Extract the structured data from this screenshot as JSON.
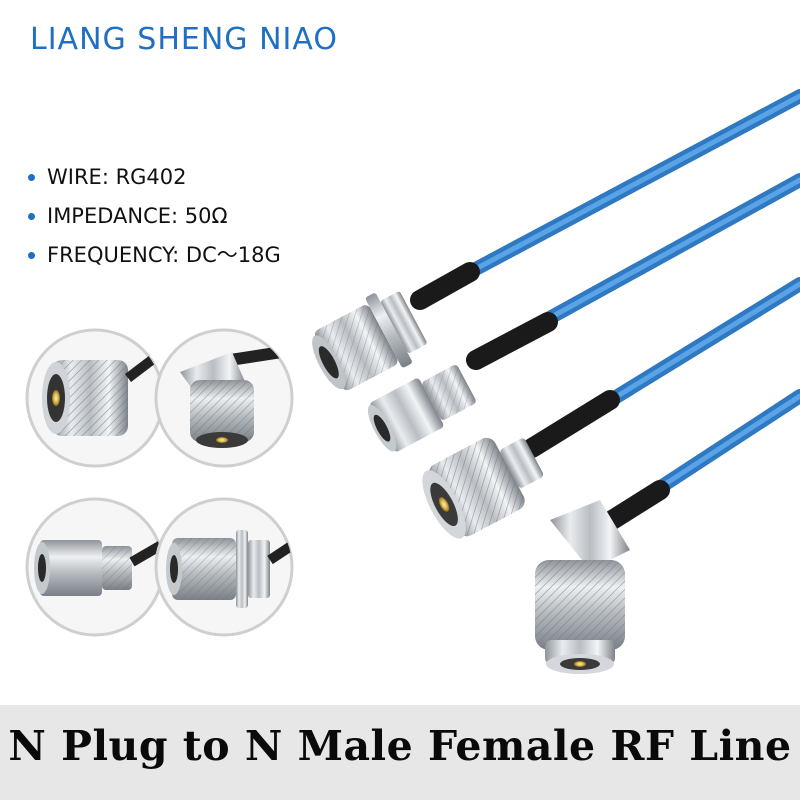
{
  "brand": "LIANG SHENG NIAO",
  "specs": [
    "WIRE: RG402",
    "IMPEDANCE: 50Ω",
    "FREQUENCY: DC～18G"
  ],
  "colors": {
    "brand": "#1f6fc4",
    "cable": "#3f8ed6",
    "banner_bg": "#e7e7e7"
  },
  "images": [
    {
      "name": "n-male-plug-closeup"
    },
    {
      "name": "right-angle-n-male-closeup"
    },
    {
      "name": "n-female-jack-closeup"
    },
    {
      "name": "n-female-bulkhead-closeup"
    },
    {
      "name": "cable-assemblies-photo"
    }
  ],
  "banner": "N Plug to N Male Female RF Line"
}
